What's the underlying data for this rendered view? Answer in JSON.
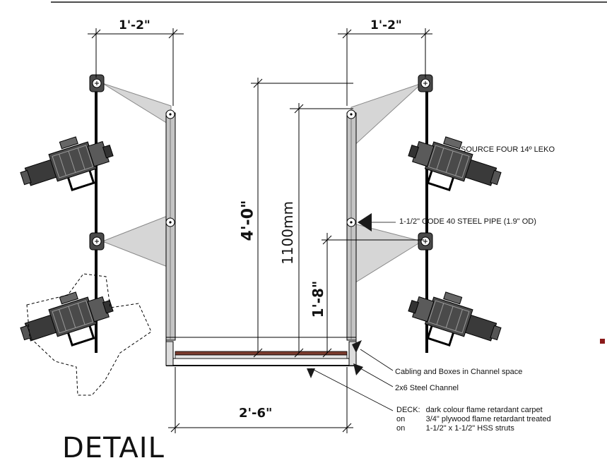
{
  "dimensions": {
    "left_width": "1'-2\"",
    "right_width": "1'-2\"",
    "bottom_width": "2'-6\"",
    "height_main": "4'-0\"",
    "height_metric": "1100mm",
    "height_short": "1'-8\""
  },
  "labels": {
    "fixture": "SOURCE FOUR 14º LEKO",
    "pipe": "1-1/2\" CODE 40 STEEL PIPE (1.9\" OD)",
    "cabling": "Cabling and Boxes in Channel space",
    "channel": "2x6 Steel Channel"
  },
  "deck": [
    {
      "prefix": "DECK:",
      "text": "dark colour flame retardant carpet"
    },
    {
      "prefix": "on",
      "text": "3/4\" plywood flame retardant treated"
    },
    {
      "prefix": "on",
      "text": "1-1/2\" x 1-1/2\" HSS struts"
    }
  ],
  "title": "DETAIL",
  "colors": {
    "carpet": "#7a3b2e",
    "beam": "#d9d9d9",
    "pipe": "#bdbdbd",
    "accent": "#8b1a1a"
  }
}
